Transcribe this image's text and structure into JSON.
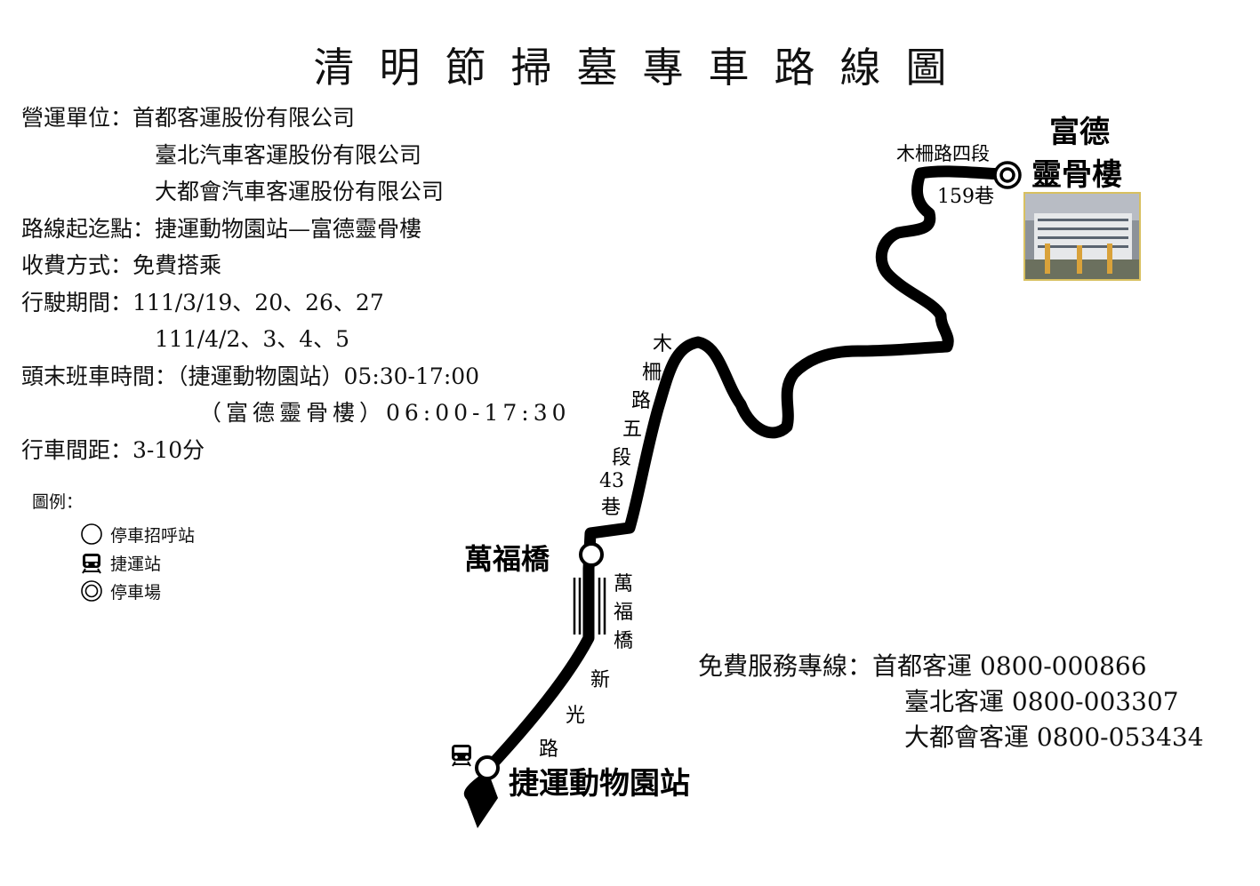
{
  "title": "清明節掃墓專車路線圖",
  "info": {
    "operator_label": "營運單位：",
    "operators": [
      "首都客運股份有限公司",
      "臺北汽車客運股份有限公司",
      "大都會汽車客運股份有限公司"
    ],
    "route_label": "路線起迄點：",
    "route_value": "捷運動物園站—富德靈骨樓",
    "fare_label": "收費方式：",
    "fare_value": "免費搭乘",
    "period_label": "行駛期間：",
    "period_values": [
      "111/3/19、20、26、27",
      "111/4/2、3、4、5"
    ],
    "schedule_label": "頭末班車時間：",
    "schedule_values": [
      "（捷運動物園站）05:30-17:00",
      "（富德靈骨樓）06:00-17:30"
    ],
    "headway_label": "行車間距：",
    "headway_value": "3-10分"
  },
  "legend": {
    "title": "圖例：",
    "items": [
      {
        "icon": "circle-stop-icon",
        "label": "停車招呼站"
      },
      {
        "icon": "train-icon",
        "label": "捷運站"
      },
      {
        "icon": "double-circle-icon",
        "label": "停車場"
      }
    ]
  },
  "map": {
    "line_color": "#000000",
    "stops": {
      "start": "捷運動物園站",
      "mid": "萬福橋",
      "end_line1": "富德",
      "end_line2": "靈骨樓"
    },
    "roads": {
      "xinguang": [
        "新",
        "光",
        "路"
      ],
      "wanfu_bridge": [
        "萬",
        "福",
        "橋"
      ],
      "muzha5": [
        "木",
        "柵",
        "路",
        "五",
        "段",
        "43",
        "巷"
      ],
      "muzha4": "木柵路四段",
      "lane159": "159巷"
    }
  },
  "hotline": {
    "label": "免費服務專線：",
    "lines": [
      {
        "company": "首都客運",
        "phone": "0800-000866"
      },
      {
        "company": "臺北客運",
        "phone": "0800-003307"
      },
      {
        "company": "大都會客運",
        "phone": "0800-053434"
      }
    ]
  }
}
